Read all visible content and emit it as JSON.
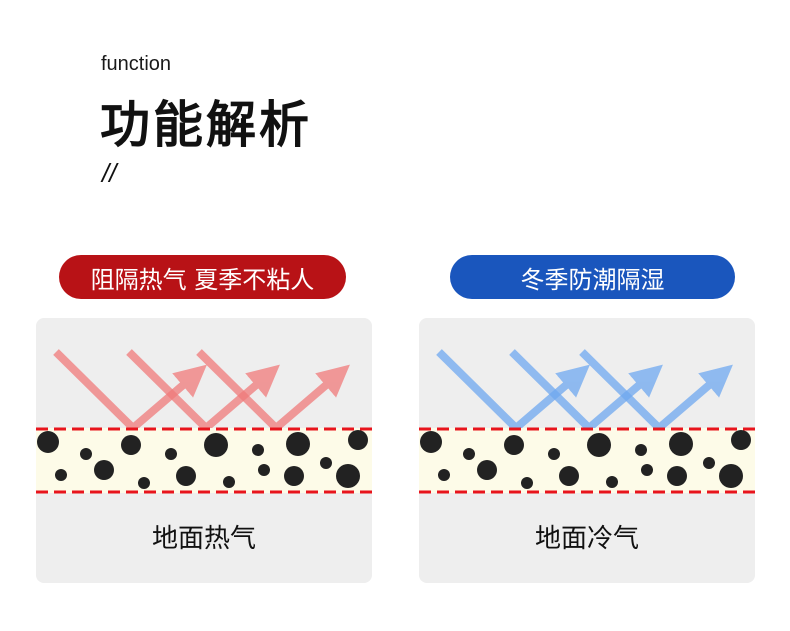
{
  "header": {
    "subtitle": "function",
    "title": "功能解析",
    "slashes": "//"
  },
  "panels": [
    {
      "pill_label": "阻隔热气 夏季不粘人",
      "pill_color": "#b81216",
      "arrow_color": "#f07a7a",
      "caption": "地面热气",
      "arrow_icon": "reflect-arrow-icon"
    },
    {
      "pill_label": "冬季防潮隔湿",
      "pill_color": "#1a56bd",
      "arrow_color": "#6fa8f0",
      "caption": "地面冷气",
      "arrow_icon": "reflect-arrow-icon"
    }
  ],
  "colors": {
    "layer_fill": "#fdfbe8",
    "layer_edge": "#e8141c",
    "particle": "#222222",
    "card_bg": "#eeeeee"
  }
}
